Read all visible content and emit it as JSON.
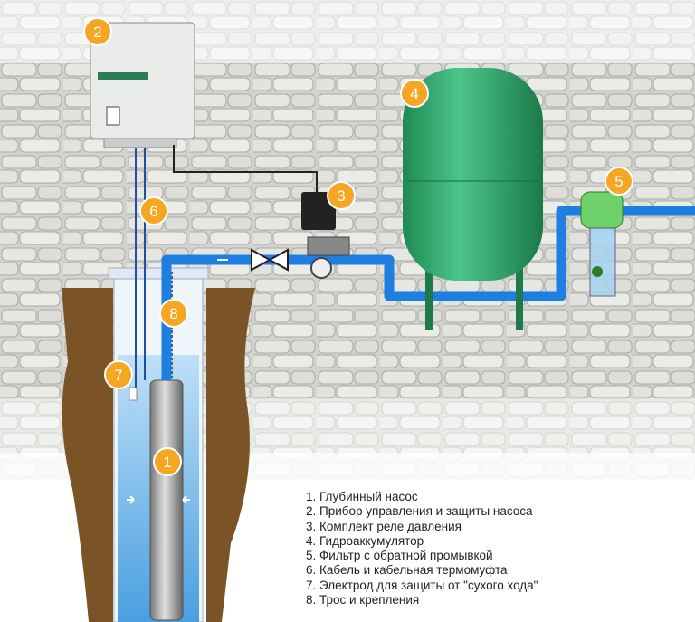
{
  "badges": [
    "1",
    "2",
    "3",
    "4",
    "5",
    "6",
    "7",
    "8"
  ],
  "legend": [
    "1. Глубинный насос",
    "2. Прибор управления и защиты насоса",
    "3. Комплект реле давления",
    "4. Гидроаккумулятор",
    "5. Фильтр с обратной промывкой",
    "6. Кабель и кабельная термомуфта",
    "7. Электрод для защиты от \"сухого хода\"",
    "8. Трос и крепления"
  ],
  "colors": {
    "badge": "#f5a623",
    "pipe": "#1e7fe0",
    "tank": "#2fa66a",
    "soil": "#7a5426",
    "water": "#8fc6ee",
    "wall": "#d4d4d2"
  }
}
